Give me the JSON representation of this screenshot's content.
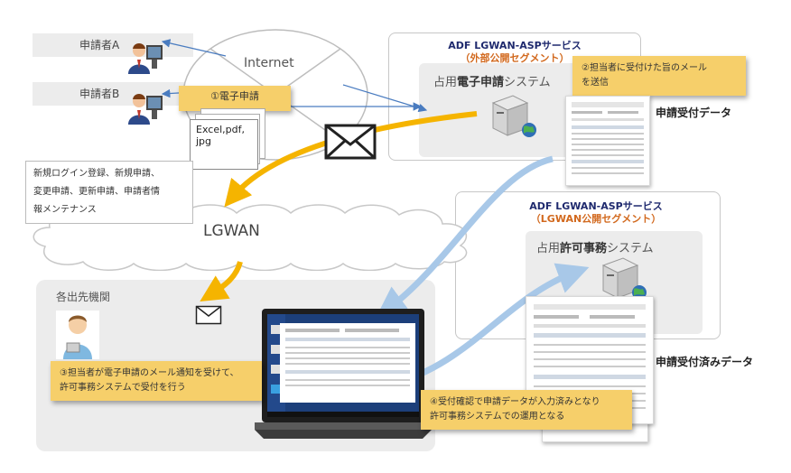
{
  "applicants": [
    {
      "label": "申請者A"
    },
    {
      "label": "申請者B"
    }
  ],
  "internet": {
    "label": "Internet"
  },
  "email_step": {
    "label": "①電子申請"
  },
  "file_types": {
    "line1": "Excel,pdf,",
    "line2": "jpg"
  },
  "features_note": {
    "line1": "新規ログイン登録、新規申請、",
    "line2": "変更申請、更新申請、申請者情",
    "line3": "報メンテナンス"
  },
  "lgwan": {
    "label": "LGWAN"
  },
  "external_service": {
    "title": "ADF  LGWAN-ASPサービス",
    "subtitle": "（外部公開セグメント）",
    "system_prefix": "占用",
    "system_bold": "電子申請",
    "system_suffix": "システム"
  },
  "step2": {
    "line1": "②担当者に受付けた旨のメール",
    "line2": "を送信"
  },
  "received_data": {
    "label": "申請受付データ"
  },
  "lgwan_service": {
    "title": "ADF LGWAN-ASPサービス",
    "subtitle": "（LGWAN公開セグメント）",
    "system_prefix": "占用",
    "system_bold": "許可事務",
    "system_suffix": "システム"
  },
  "accepted_data": {
    "label": "申請受付済みデータ"
  },
  "agency": {
    "label": "各出先機関"
  },
  "step3": {
    "line1": "③担当者が電子申請のメール通知を受けて、",
    "line2": "許可事務システムで受付を行う"
  },
  "step4": {
    "line1": "④受付確認で申請データが入力済みとなり",
    "line2": "許可事務システムでの運用となる"
  },
  "colors": {
    "navy": "#1f2a6e",
    "orange": "#d2691e",
    "note_yellow": "#f6cf6a",
    "arrow_orange": "#f5b400",
    "arrow_blue": "#a8c8e8",
    "link_blue": "#4a7cc0"
  }
}
